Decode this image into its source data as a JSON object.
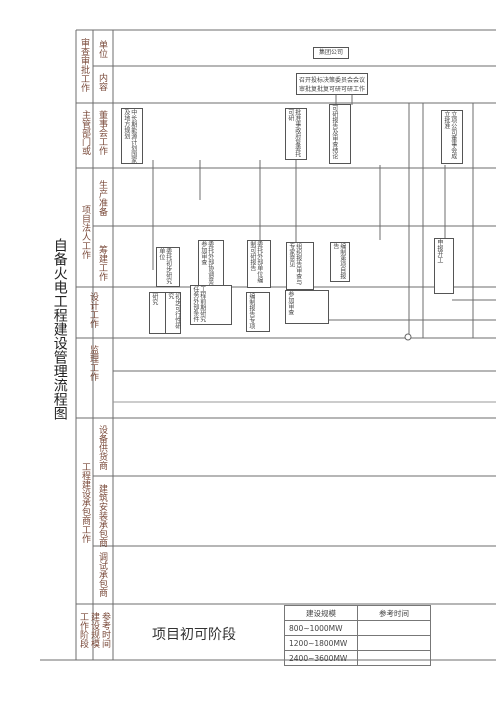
{
  "main_title": "自备火电工程建设管理流程图",
  "rows": {
    "review": "审查审批工作",
    "unit": "单位",
    "content": "内容",
    "dept": "主管部门或",
    "board": "董事会工作",
    "owner": "项目法人工作",
    "prod": "生产准备",
    "prep": "筹建工作",
    "design": "设计工作",
    "supervise": "监理工作",
    "contract": "工程建设承包商工作",
    "supply": "设备供货商",
    "build": "建筑安装承包商",
    "debug": "调试承包商",
    "stage": "工作阶段",
    "scale": "建设规模",
    "time": "参考时间"
  },
  "boxes": {
    "group": "集团公司",
    "meeting_1": "召开投标决策委员会会议",
    "meeting_2": "审批复批复可研可研工作",
    "b1": "中长期能源计划国家及地方规划",
    "b2": "批准事政府复委托可研",
    "b3": "可研报告及审查结论",
    "b4": "立项公司董事会成立批准",
    "p1": "委托初步研究单位",
    "p2": "委托外部协调意见参加审查",
    "p3": "委托外部单位编制可研报告",
    "p4": "组织报告审查与专家意见",
    "p5": "编制第项目报告",
    "p6": "申报开工",
    "d1": "研究",
    "d2": "初步可行性研究",
    "d3": "工程前期研究任务外部条件",
    "d4": "编制报告专项",
    "d5": "参加审查"
  },
  "table": {
    "header_scale": "建设规模",
    "header_time": "参考时间",
    "rows": [
      "800~1000MW",
      "1200~1800MW",
      "2400~3600MW"
    ]
  },
  "stage_label": "项目初可阶段"
}
